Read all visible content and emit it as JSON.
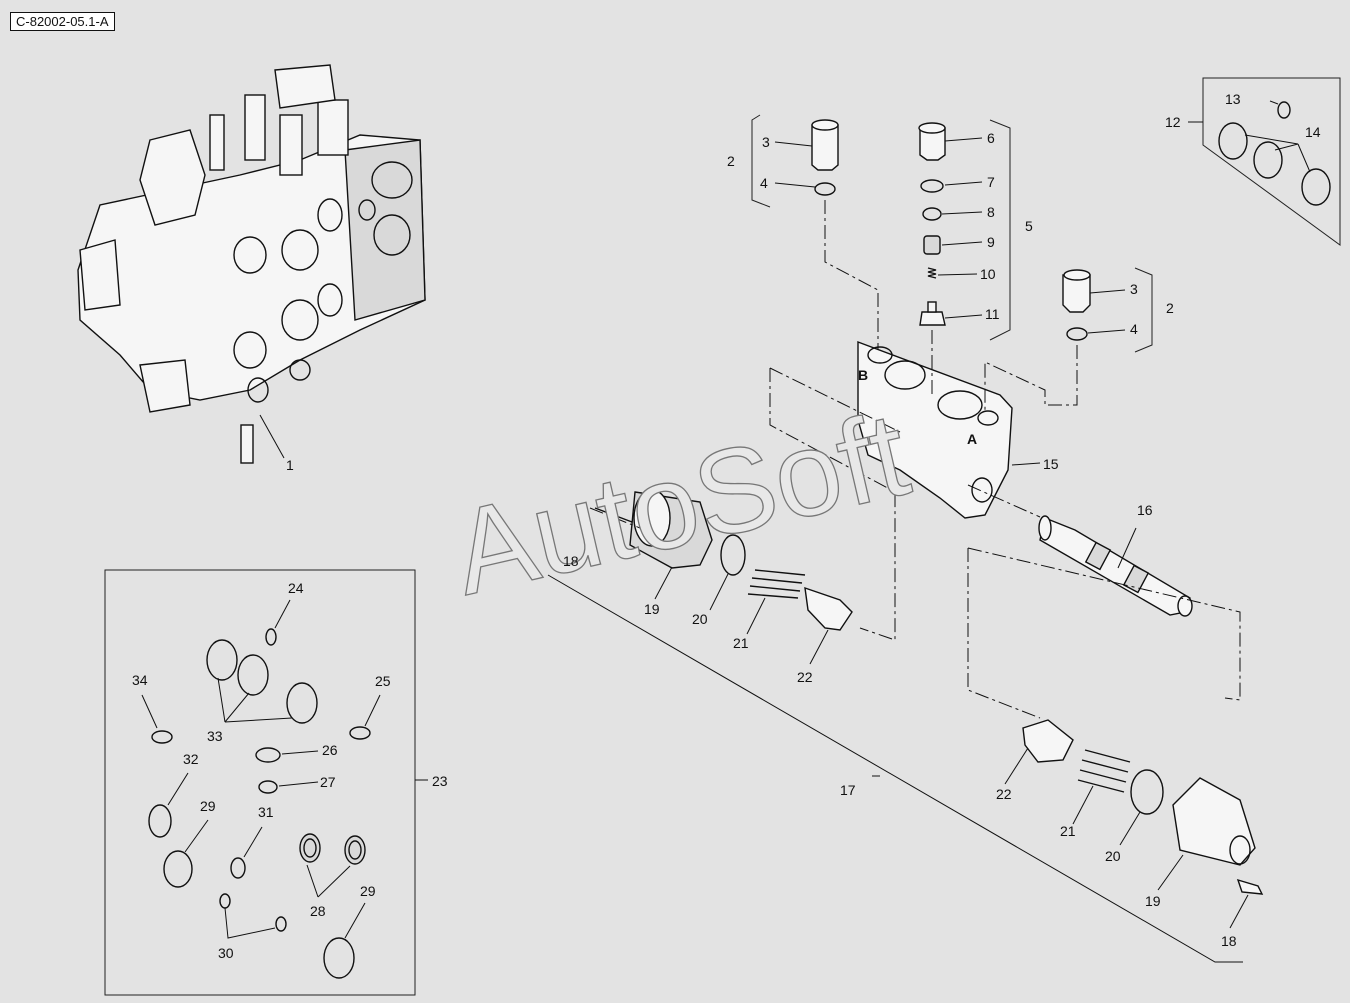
{
  "figure_ref": "C-82002-05.1-A",
  "watermark": "AutoSoft",
  "callouts": {
    "n1": "1",
    "n2a": "2",
    "n2b": "2",
    "n3a": "3",
    "n3b": "3",
    "n4a": "4",
    "n4b": "4",
    "n5": "5",
    "n6": "6",
    "n7": "7",
    "n8": "8",
    "n9": "9",
    "n10": "10",
    "n11": "11",
    "n12": "12",
    "n13": "13",
    "n14": "14",
    "n15": "15",
    "n16": "16",
    "n17": "17",
    "n18a": "18",
    "n18b": "18",
    "n19a": "19",
    "n19b": "19",
    "n20a": "20",
    "n20b": "20",
    "n21a": "21",
    "n21b": "21",
    "n22a": "22",
    "n22b": "22",
    "n23": "23",
    "n24": "24",
    "n25": "25",
    "n26": "26",
    "n27": "27",
    "n28": "28",
    "n29a": "29",
    "n29b": "29",
    "n30": "30",
    "n31": "31",
    "n32": "32",
    "n33": "33",
    "n34": "34"
  },
  "port_labels": {
    "b": "B",
    "a": "A"
  }
}
